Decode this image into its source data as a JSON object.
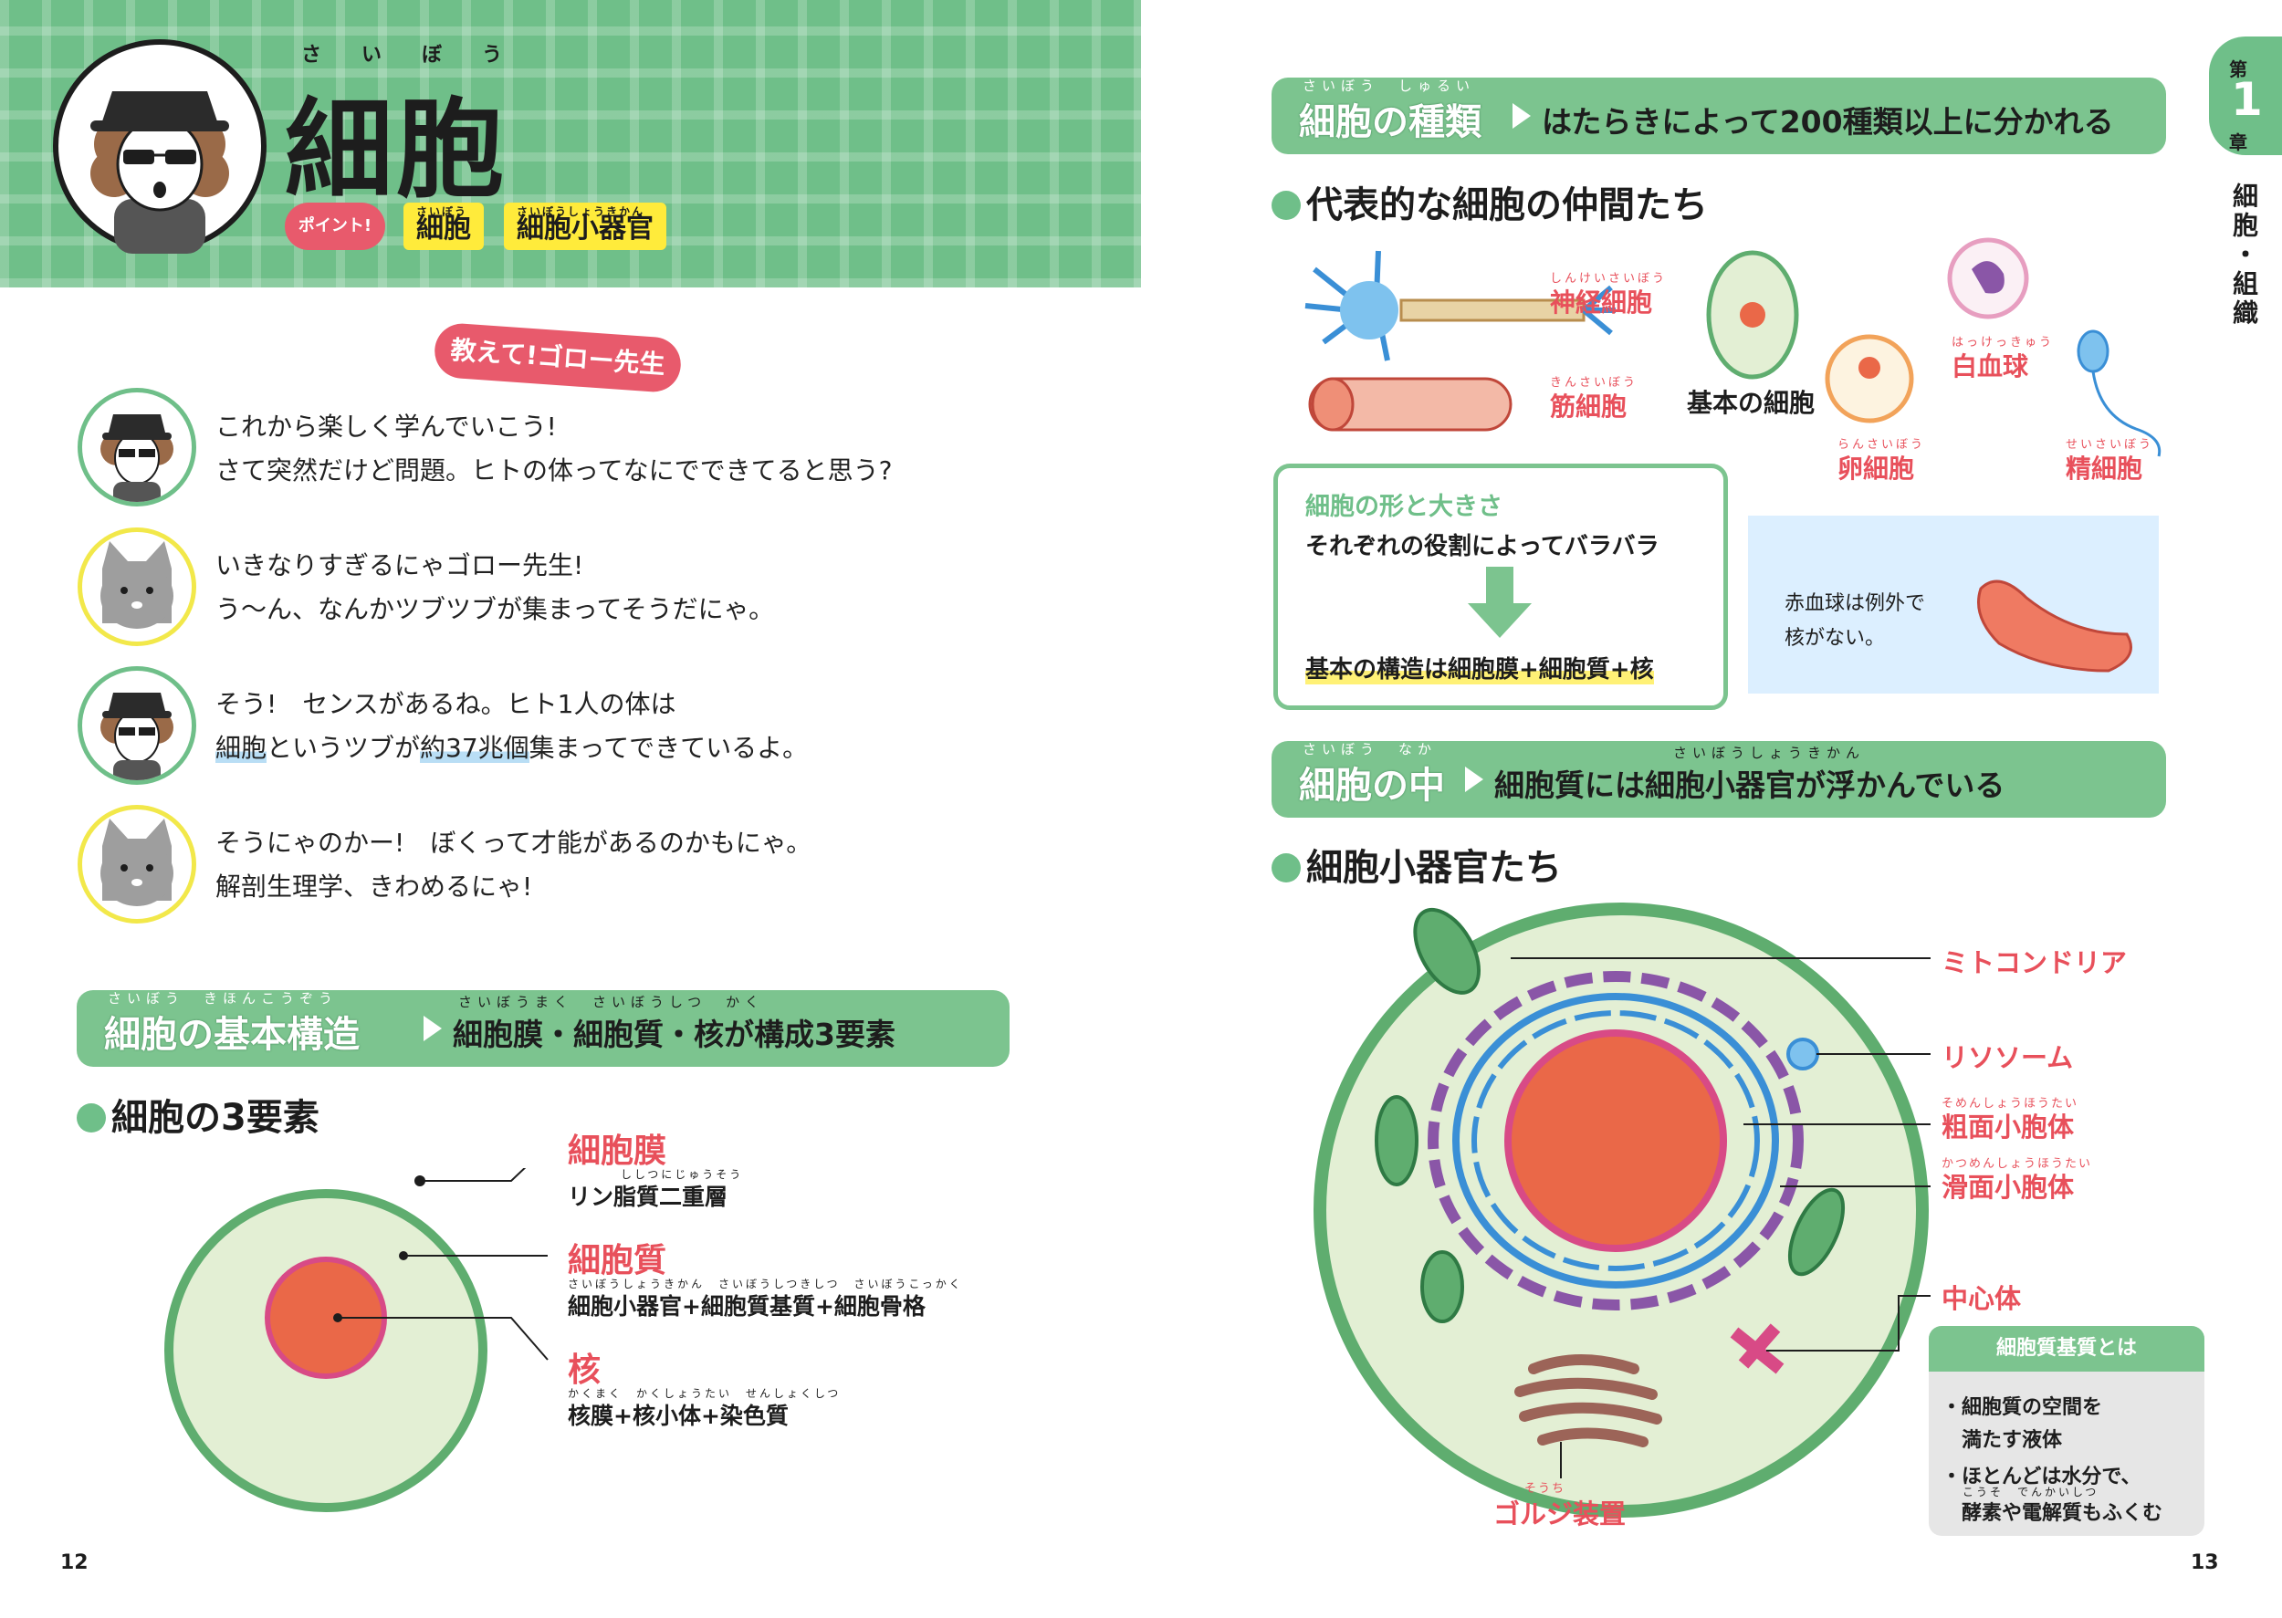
{
  "header": {
    "title": "細胞",
    "title_ruby": "さいぼう",
    "point_label": "ポイント!",
    "keywords": [
      {
        "label": "細胞",
        "ruby": "さいぼう"
      },
      {
        "label": "細胞小器官",
        "ruby": "さいぼうしょうきかん"
      }
    ]
  },
  "dialogue": {
    "banner": "教えて!ゴロー先生",
    "lines": [
      {
        "speaker": "sensei",
        "text1": "これから楽しく学んでいこう!",
        "text2": "さて突然だけど問題。ヒトの体ってなにでできてると思う?"
      },
      {
        "speaker": "cat",
        "text1": "いきなりすぎるにゃゴロー先生!",
        "text2": "う〜ん、なんかツブツブが集まってそうだにゃ。"
      },
      {
        "speaker": "sensei",
        "text1": "そう!　センスがあるね。ヒト1人の体は",
        "text2a": "細胞",
        "text2b": "というツブが",
        "text2c": "約37兆個",
        "text2d": "集まってできているよ。"
      },
      {
        "speaker": "cat",
        "text1": "そうにゃのかー!　ぼくって才能があるのかもにゃ。",
        "text2": "解剖生理学、きわめるにゃ!"
      }
    ]
  },
  "basic": {
    "bar_title": "細胞の基本構造",
    "bar_title_ruby": "さいぼう　きほんこうぞう",
    "bar_sub": "細胞膜・細胞質・核が構成3要素",
    "bar_sub_ruby": "さいぼうまく　さいぼうしつ　かく",
    "subhead": "細胞の3要素",
    "membrane": {
      "label": "細胞膜",
      "desc": "リン脂質二重層",
      "ruby": "ししつにじゅうそう"
    },
    "cytoplasm": {
      "label": "細胞質",
      "desc": "細胞小器官+細胞質基質+細胞骨格",
      "ruby": "さいぼうしょうきかん　さいぼうしつきしつ　さいぼうこっかく"
    },
    "nucleus": {
      "label": "核",
      "desc": "核膜+核小体+染色質",
      "ruby": "かくまく　かくしょうたい　せんしょくしつ"
    }
  },
  "types": {
    "bar_title": "細胞の種類",
    "bar_title_ruby": "さいぼう　しゅるい",
    "bar_sub": "はたらきによって200種類以上に分かれる",
    "subhead": "代表的な細胞の仲間たち",
    "cells": [
      {
        "label": "神経細胞",
        "ruby": "しんけいさいぼう"
      },
      {
        "label": "筋細胞",
        "ruby": "きんさいぼう"
      },
      {
        "label": "基本の細胞",
        "ruby": ""
      },
      {
        "label": "卵細胞",
        "ruby": "らんさいぼう"
      },
      {
        "label": "白血球",
        "ruby": "はっけっきゅう"
      },
      {
        "label": "精細胞",
        "ruby": "せいさいぼう"
      }
    ],
    "shape_box": {
      "title": "細胞の形と大きさ",
      "line1": "それぞれの役割によってバラバラ",
      "line2": "基本の構造は細胞膜+細胞質+核"
    },
    "memo": {
      "line1": "赤血球は例外で",
      "line2": "核がない。"
    }
  },
  "inside": {
    "bar_title": "細胞の中",
    "bar_title_ruby": "さいぼう　なか",
    "bar_sub": "細胞質には細胞小器官が浮かんでいる",
    "bar_sub_ruby": "さいぼうしょうきかん",
    "subhead": "細胞小器官たち",
    "organelles": [
      {
        "label": "ミトコンドリア",
        "ruby": ""
      },
      {
        "label": "リソソーム",
        "ruby": ""
      },
      {
        "label": "粗面小胞体",
        "ruby": "そめんしょうほうたい"
      },
      {
        "label": "滑面小胞体",
        "ruby": "かつめんしょうほうたい"
      },
      {
        "label": "中心体",
        "ruby": ""
      },
      {
        "label": "ゴルジ装置",
        "ruby": "そうち"
      }
    ],
    "matrix": {
      "title": "細胞質基質とは",
      "b1a": "・細胞質の空間を",
      "b1b": "　満たす液体",
      "b2a": "・ほとんどは水分で、",
      "b2b": "　酵素や電解質もふくむ",
      "b2_ruby": "こうそ　でんかいしつ"
    }
  },
  "side_tab": {
    "chapter_top": "第",
    "chapter_num": "1",
    "chapter_bottom": "章",
    "chapter_title": "細胞・組織"
  },
  "pages": {
    "left": "12",
    "right": "13"
  },
  "colors": {
    "green": "#6fbf89",
    "red": "#e8505b",
    "yellow": "#ffeb3b",
    "cell_fill": "#e3efd4",
    "nucleus": "#ea6848"
  }
}
